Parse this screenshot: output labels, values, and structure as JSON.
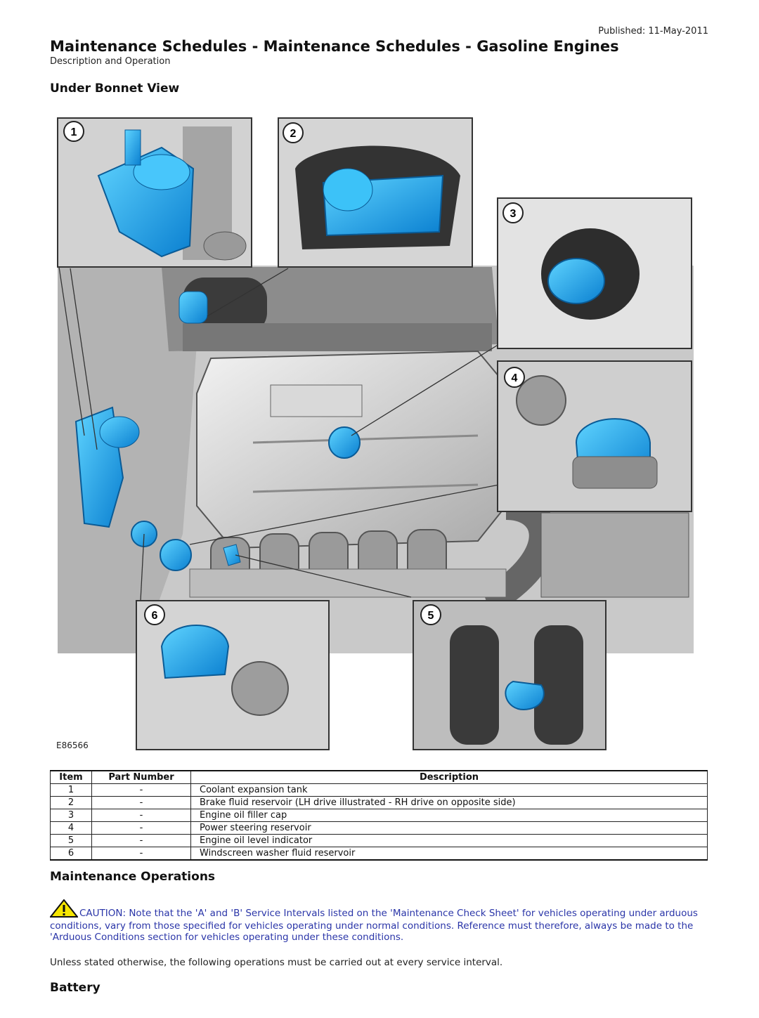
{
  "header": {
    "published": "Published: 11-May-2011",
    "title": "Maintenance Schedules - Maintenance Schedules - Gasoline Engines",
    "subtitle": "Description and Operation"
  },
  "sections": {
    "under_bonnet": "Under Bonnet View",
    "maintenance_operations": "Maintenance Operations",
    "battery": "Battery"
  },
  "figure": {
    "label": "E86566",
    "callouts": [
      "1",
      "2",
      "3",
      "4",
      "5",
      "6"
    ],
    "highlight_color": "#2ab8f0"
  },
  "parts_table": {
    "headers": [
      "Item",
      "Part Number",
      "Description"
    ],
    "rows": [
      [
        "1",
        "-",
        "Coolant expansion tank"
      ],
      [
        "2",
        "-",
        "Brake fluid reservoir (LH drive illustrated - RH drive on opposite side)"
      ],
      [
        "3",
        "-",
        "Engine oil filler cap"
      ],
      [
        "4",
        "-",
        "Power steering reservoir"
      ],
      [
        "5",
        "-",
        "Engine oil level indicator"
      ],
      [
        "6",
        "-",
        "Windscreen washer fluid reservoir"
      ]
    ]
  },
  "caution": {
    "icon": "warning-triangle-icon",
    "text": "CAUTION: Note that the 'A' and 'B' Service Intervals listed on the 'Maintenance Check Sheet' for vehicles operating under arduous conditions, vary from those specified for vehicles operating under normal conditions. Reference must therefore, always be made to the 'Arduous Conditions section for vehicles operating under these conditions.",
    "color": "#2a35a8"
  },
  "body_text": "Unless stated otherwise, the following operations must be carried out at every service interval."
}
